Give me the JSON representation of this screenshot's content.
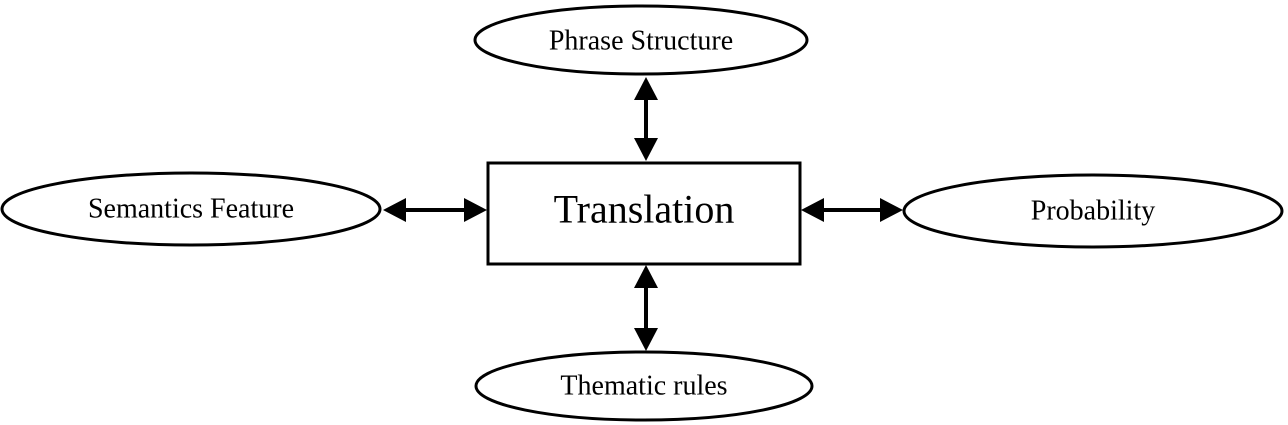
{
  "diagram": {
    "center": {
      "label": "Translation"
    },
    "nodes": {
      "top": {
        "label": "Phrase Structure"
      },
      "left": {
        "label": "Semantics Feature"
      },
      "right": {
        "label": "Probability"
      },
      "bottom": {
        "label": "Thematic rules"
      }
    },
    "connections": [
      {
        "from": "Translation",
        "to": "Phrase Structure",
        "direction": "bidirectional"
      },
      {
        "from": "Translation",
        "to": "Semantics Feature",
        "direction": "bidirectional"
      },
      {
        "from": "Translation",
        "to": "Probability",
        "direction": "bidirectional"
      },
      {
        "from": "Translation",
        "to": "Thematic rules",
        "direction": "bidirectional"
      }
    ]
  }
}
